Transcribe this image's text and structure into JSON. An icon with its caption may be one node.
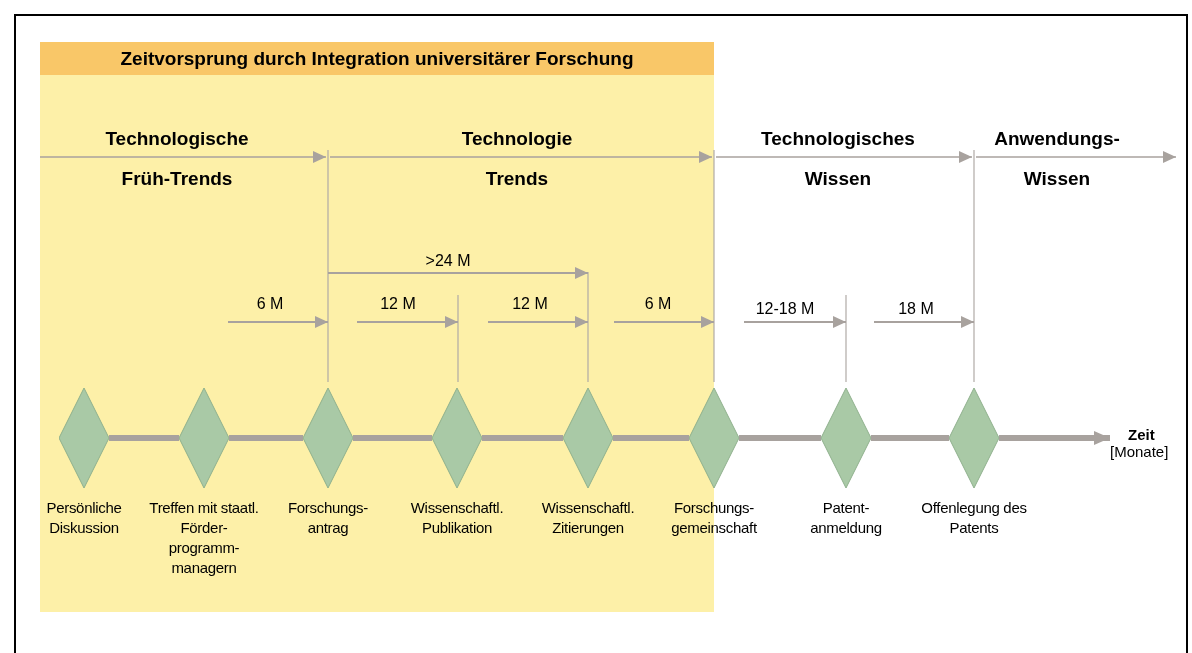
{
  "diagram": {
    "nodes": [
      {
        "text": [
          "Zeitvorsprung durch Integration universitärer Forschung"
        ]
      },
      {
        "text": [
          "Persönliche Diskussion"
        ],
        "in": 0
      },
      {
        "text": [
          "Treffen mit staatl. Förder-programm-managern"
        ],
        "in": 0
      },
      {
        "text": [
          "Forschungs-antrag"
        ],
        "in": 0
      },
      {
        "text": [
          "Wissenschaftl. Publikation"
        ],
        "in": 0
      },
      {
        "text": [
          "Wissenschaftl. Zitierungen"
        ],
        "in": 0
      },
      {
        "text": [
          "Forschungs-gemeinschaft"
        ]
      },
      {
        "text": [
          "Patent-anmeldung"
        ]
      },
      {
        "text": [
          "Offenlegung des Patents"
        ]
      },
      {
        "text": [
          "Zeit",
          "[Monate]"
        ]
      }
    ],
    "edges": [
      {
        "from": 1,
        "to": 2,
        "arrow": "none"
      },
      {
        "from": 2,
        "to": 3,
        "arrow": "none"
      },
      {
        "from": 3,
        "to": 4,
        "arrow": "none"
      },
      {
        "from": 4,
        "to": 5,
        "arrow": "none"
      },
      {
        "from": 5,
        "to": 6,
        "arrow": "none"
      },
      {
        "from": 6,
        "to": 7,
        "arrow": "none"
      },
      {
        "from": 7,
        "to": 8,
        "arrow": "none"
      },
      {
        "from": 8,
        "to": 9,
        "arrow": "to"
      }
    ],
    "labels": [
      "Technologische",
      "Technologie",
      "Technologisches",
      "Anwendungs-",
      "Früh-Trends",
      "Trends",
      "Wissen",
      "Wissen",
      ">24 M",
      "6 M",
      "12 M",
      "12 M",
      "6 M",
      "12-18 M",
      "18 M"
    ]
  }
}
